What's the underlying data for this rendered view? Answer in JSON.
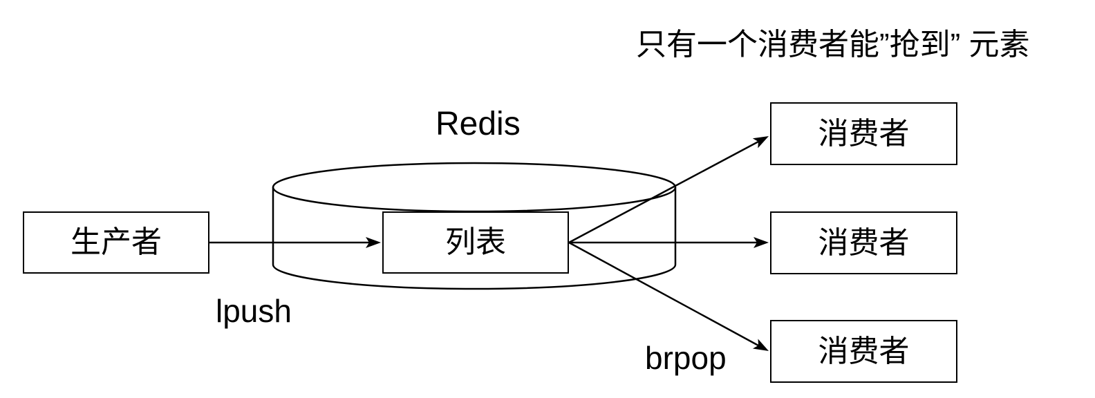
{
  "annotation": {
    "text": "只有一个消费者能”抢到” 元素"
  },
  "cylinder": {
    "title": "Redis"
  },
  "nodes": {
    "producer": {
      "label": "生产者"
    },
    "list": {
      "label": "列表"
    },
    "consumers": [
      {
        "label": "消费者"
      },
      {
        "label": "消费者"
      },
      {
        "label": "消费者"
      }
    ]
  },
  "edges": {
    "lpush": {
      "label": "lpush"
    },
    "brpop": {
      "label": "brpop"
    }
  },
  "colors": {
    "stroke": "#000000",
    "fill": "#ffffff",
    "text": "#000000"
  }
}
